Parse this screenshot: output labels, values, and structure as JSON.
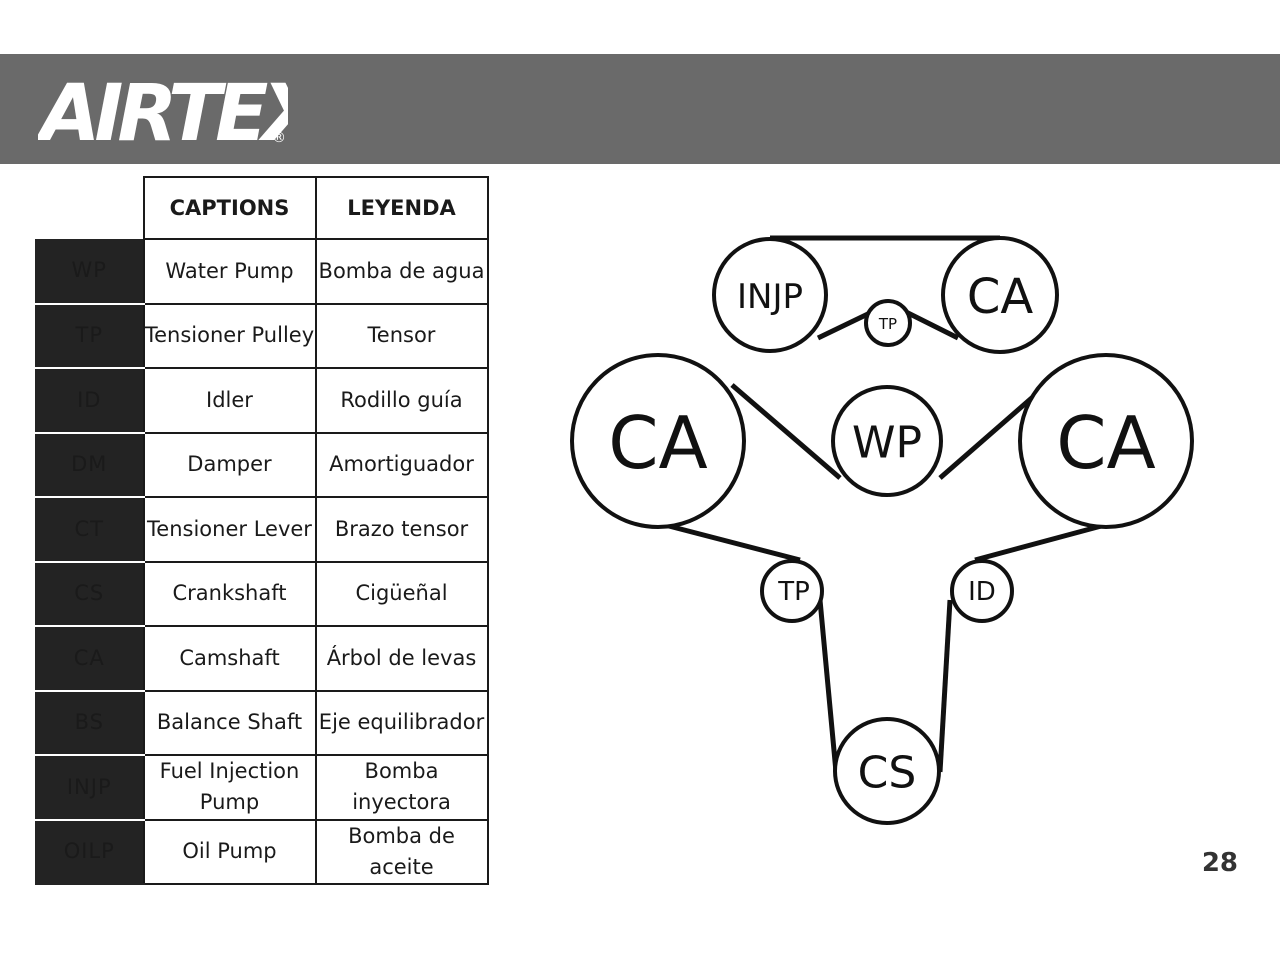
{
  "brand": {
    "logo_text": "AIRTEX",
    "registered_mark": "®"
  },
  "legend": {
    "headers": {
      "captions": "CAPTIONS",
      "leyenda": "LEYENDA"
    },
    "rows": [
      {
        "code": "WP",
        "caption": "Water Pump",
        "leyenda": "Bomba de agua"
      },
      {
        "code": "TP",
        "caption": "Tensioner Pulley",
        "leyenda": "Tensor"
      },
      {
        "code": "ID",
        "caption": "Idler",
        "leyenda": "Rodillo guía"
      },
      {
        "code": "DM",
        "caption": "Damper",
        "leyenda": "Amortiguador"
      },
      {
        "code": "CT",
        "caption": "Tensioner Lever",
        "leyenda": "Brazo tensor"
      },
      {
        "code": "CS",
        "caption": "Crankshaft",
        "leyenda": "Cigüeñal"
      },
      {
        "code": "CA",
        "caption": "Camshaft",
        "leyenda": "Árbol de levas"
      },
      {
        "code": "BS",
        "caption": "Balance Shaft",
        "leyenda": "Eje equilibrador"
      },
      {
        "code": "INJP",
        "caption": "Fuel Injection Pump",
        "leyenda": "Bomba inyectora"
      },
      {
        "code": "OILP",
        "caption": "Oil Pump",
        "leyenda": "Bomba de aceite"
      }
    ]
  },
  "diagram": {
    "pulleys": {
      "injp": "INJP",
      "ca_top": "CA",
      "tp_top": "TP",
      "ca_left": "CA",
      "wp": "WP",
      "ca_right": "CA",
      "tp_lower": "TP",
      "id": "ID",
      "cs": "CS"
    }
  },
  "page_number": "28"
}
